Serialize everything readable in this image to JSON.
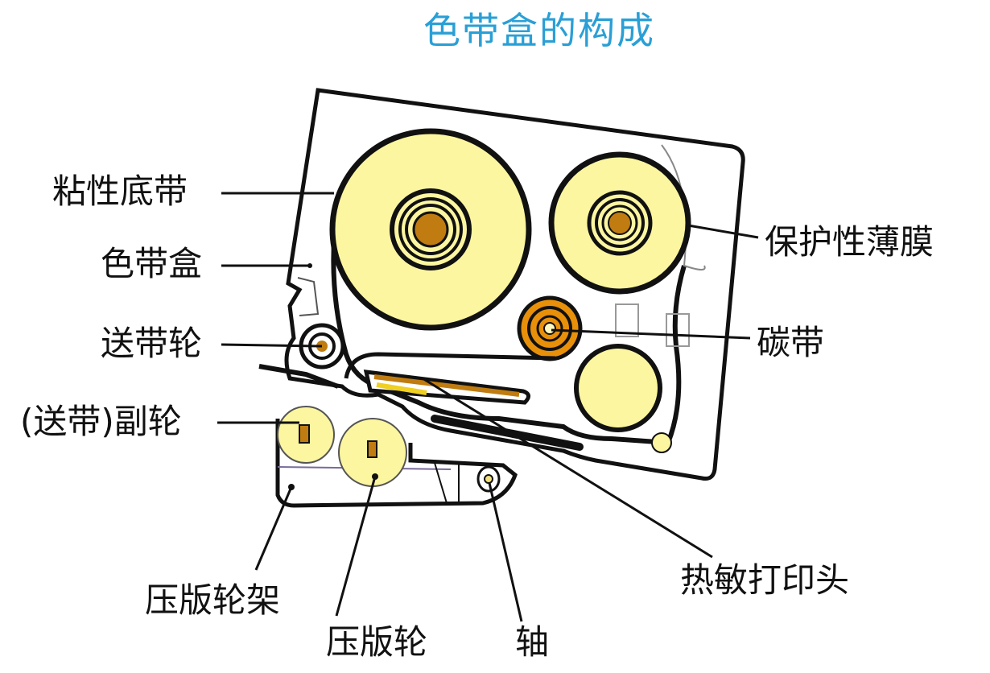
{
  "title": "色带盒的构成",
  "labels": {
    "adhesive_tape": "粘性底带",
    "cassette": "色带盒",
    "feed_wheel": "送带轮",
    "sub_wheel": "(送带)副轮",
    "platen_holder": "压版轮架",
    "platen_roller": "压版轮",
    "shaft": "轴",
    "protective_film": "保护性薄膜",
    "ink_ribbon": "碳带",
    "thermal_head": "热敏打印头"
  },
  "colors": {
    "title": "#2a9fd6",
    "tape_yellow": "#fcf6a0",
    "ribbon_orange": "#e8900a",
    "hub_brown": "#c07c10"
  }
}
